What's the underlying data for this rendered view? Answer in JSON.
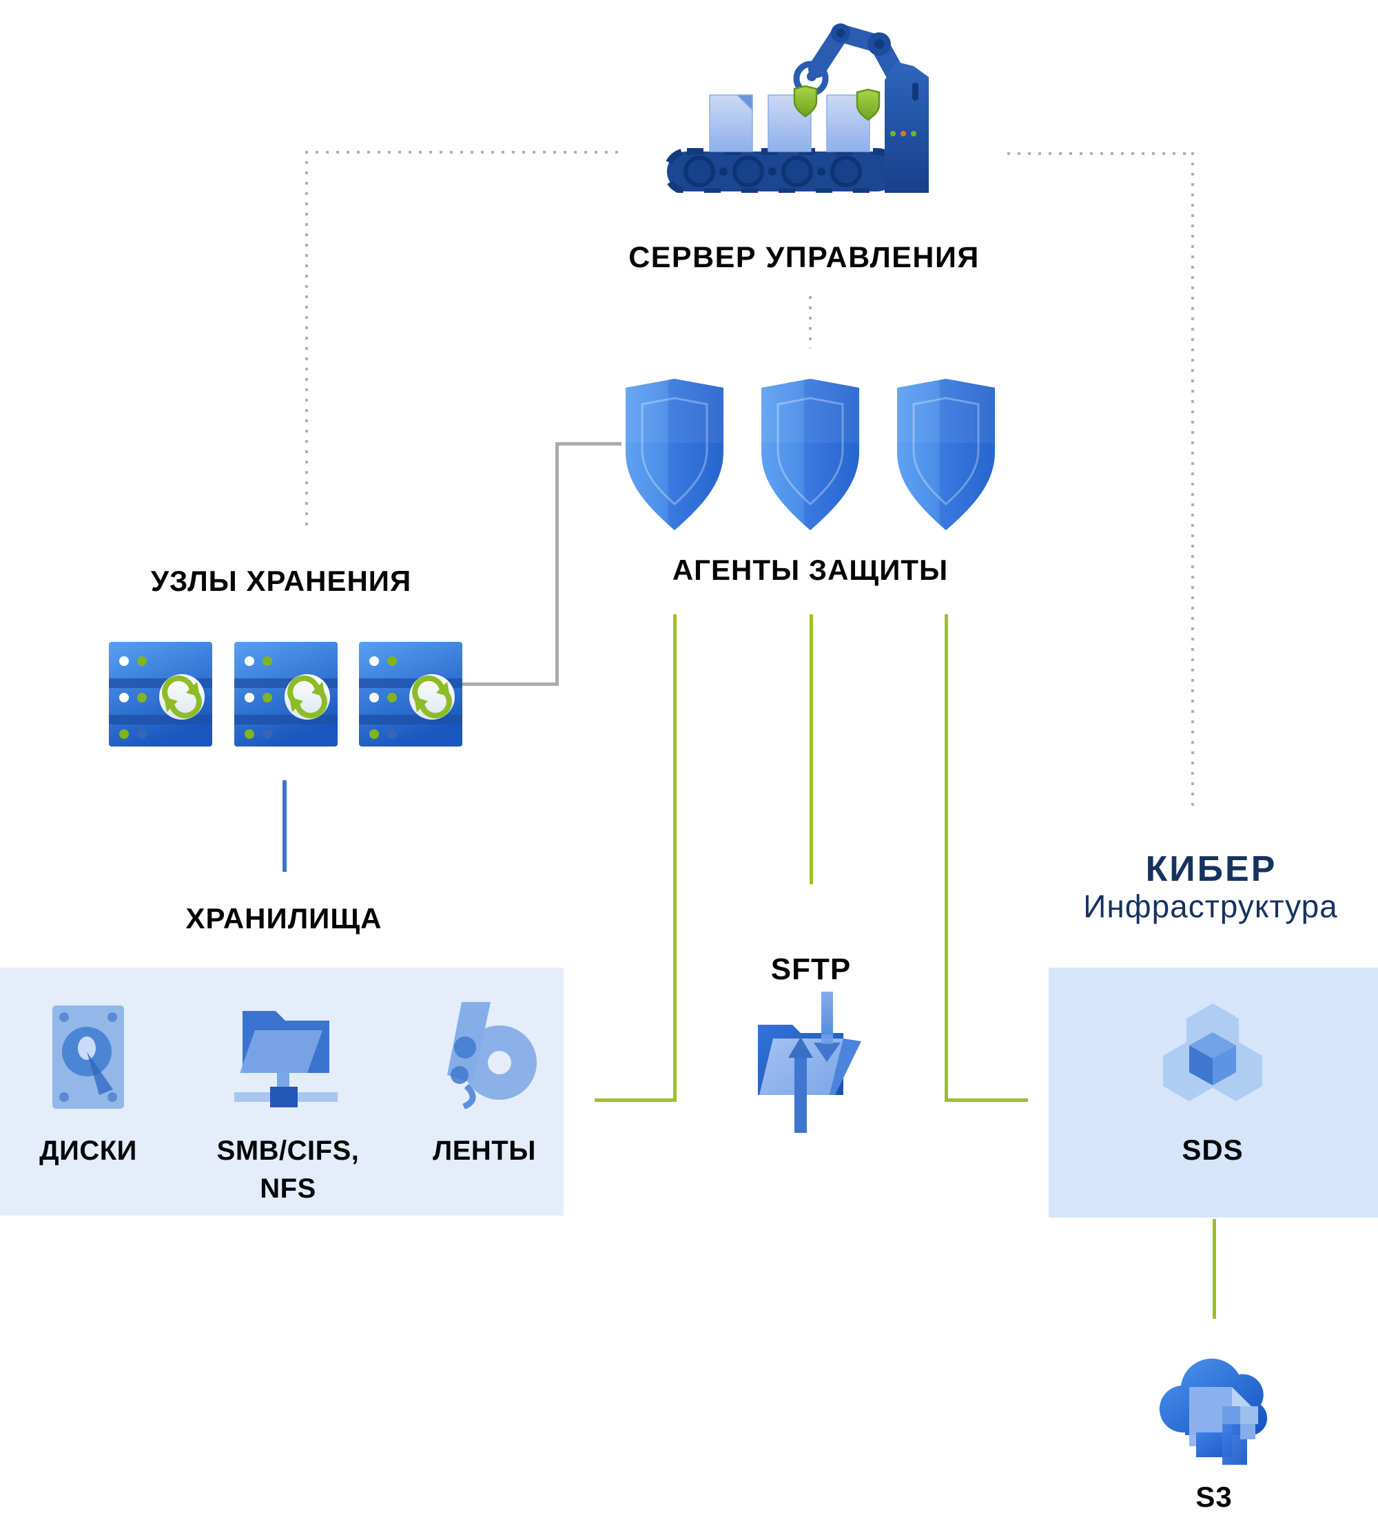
{
  "colors": {
    "green_line": "#9dc029",
    "blue_line": "#3c74c9",
    "gray_line": "#ababab",
    "dotted_gray": "#b0b0b0",
    "brand_navy": "#16325f",
    "left_box_bg": "#e4edf9",
    "right_box_bg": "#d6e5fa",
    "shield_blue": "#3a7adf",
    "icon_green": "#8cbc26"
  },
  "nodes": {
    "management_server": {
      "label": "СЕРВЕР УПРАВЛЕНИЯ",
      "icon": "robot-conveyor-icon"
    },
    "protection_agents": {
      "label": "АГЕНТЫ ЗАЩИТЫ",
      "icon": "shield-icon",
      "count": 3
    },
    "storage_nodes": {
      "label": "УЗЛЫ ХРАНЕНИЯ",
      "icon": "server-sync-icon",
      "count": 3
    },
    "storages": {
      "label": "ХРАНИЛИЩА",
      "items": [
        {
          "label_line1": "ДИСКИ",
          "icon": "hard-disk-icon"
        },
        {
          "label_line1": "SMB/CIFS,",
          "label_line2": "NFS",
          "icon": "network-folder-icon"
        },
        {
          "label_line1": "ЛЕНТЫ",
          "icon": "tape-reel-icon"
        }
      ]
    },
    "sftp": {
      "label": "SFTP",
      "icon": "sftp-folder-icon"
    },
    "cyber_infrastructure": {
      "brand_line1": "КИБЕР",
      "brand_line2": "Инфраструктура"
    },
    "sds": {
      "label": "SDS",
      "icon": "sds-cube-icon"
    },
    "s3": {
      "label": "S3",
      "icon": "s3-cloud-icon"
    }
  }
}
